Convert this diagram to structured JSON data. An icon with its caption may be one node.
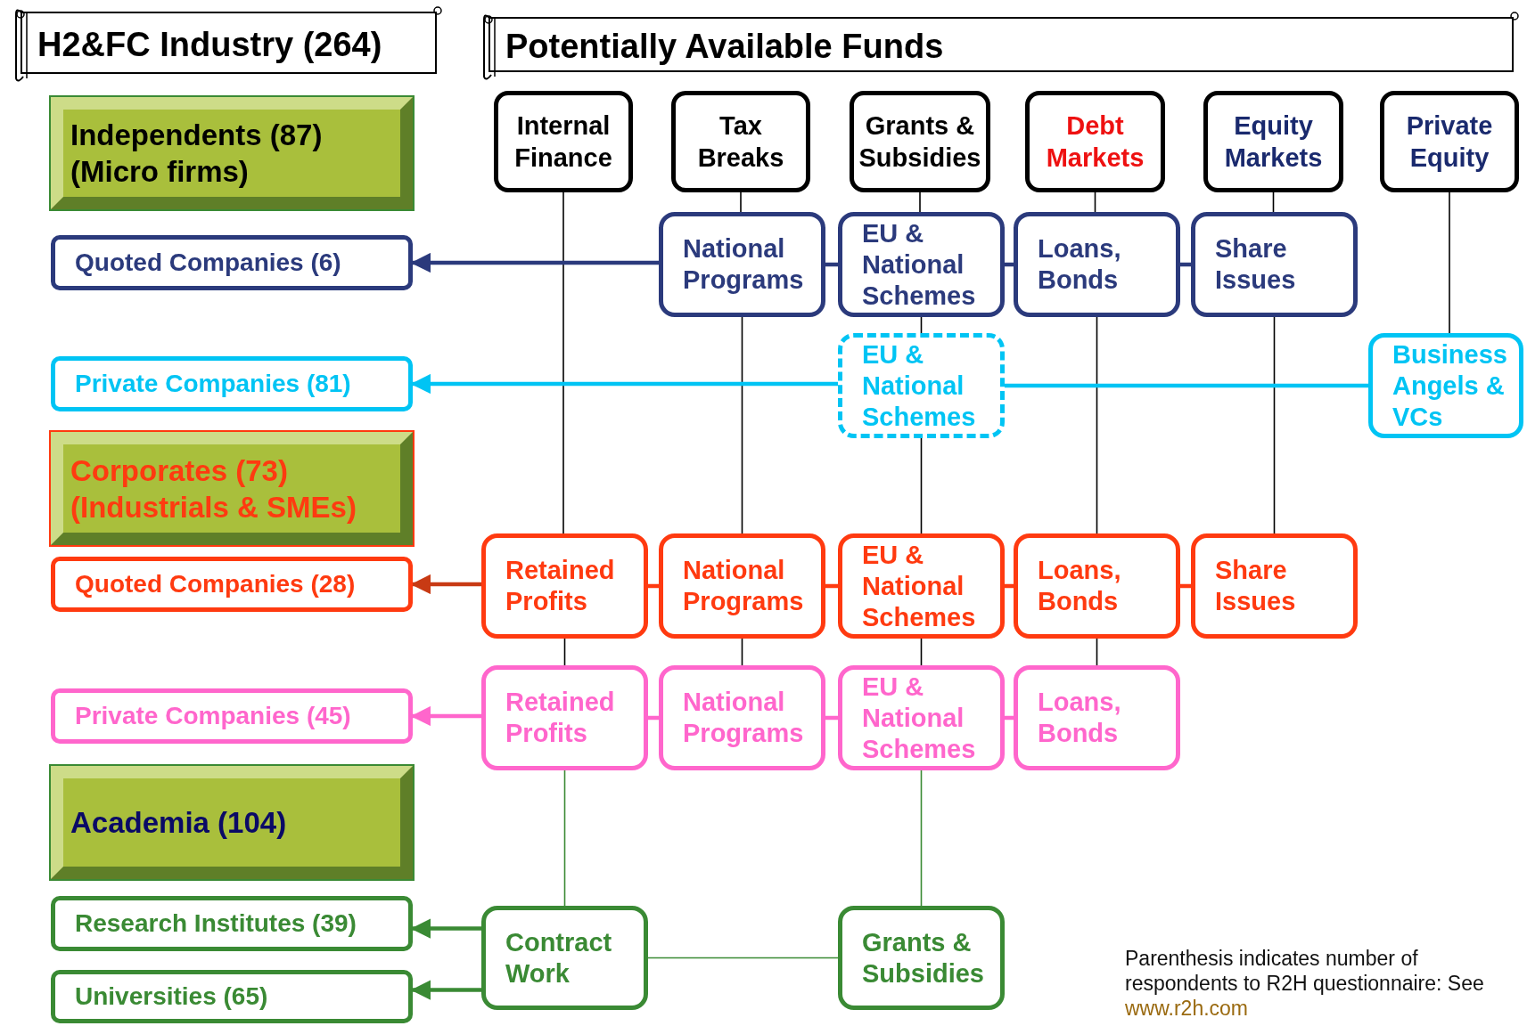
{
  "diagram": {
    "nodes": [
      {
        "text": [
          "H2&FC Industry (264)"
        ]
      },
      {
        "text": [
          "Potentially Available Funds"
        ]
      },
      {
        "text": [
          "Independents (87) (Micro firms)"
        ]
      },
      {
        "text": [
          "Quoted Companies (6)"
        ]
      },
      {
        "text": [
          "Private Companies (81)"
        ]
      },
      {
        "text": [
          "Corporates (73) (Industrials & SMEs)"
        ]
      },
      {
        "text": [
          "Quoted Companies (28)"
        ]
      },
      {
        "text": [
          "Private Companies (45)"
        ]
      },
      {
        "text": [
          "Academia (104)"
        ]
      },
      {
        "text": [
          "Research Institutes (39)"
        ]
      },
      {
        "text": [
          "Universities (65)"
        ]
      },
      {
        "text": [
          "Internal Finance"
        ]
      },
      {
        "text": [
          "Tax Breaks"
        ]
      },
      {
        "text": [
          "Grants & Subsidies"
        ]
      },
      {
        "text": [
          "Debt Markets"
        ]
      },
      {
        "text": [
          "Equity Markets"
        ]
      },
      {
        "text": [
          "Private Equity"
        ]
      },
      {
        "text": [
          "National Programs"
        ]
      },
      {
        "text": [
          "EU & National Schemes"
        ]
      },
      {
        "text": [
          "Loans, Bonds"
        ]
      },
      {
        "text": [
          "Share Issues"
        ]
      },
      {
        "text": [
          "EU & National Schemes"
        ]
      },
      {
        "text": [
          "Business Angels & VCs"
        ]
      },
      {
        "text": [
          "Retained Profits"
        ]
      },
      {
        "text": [
          "National Programs"
        ]
      },
      {
        "text": [
          "EU & National Schemes"
        ]
      },
      {
        "text": [
          "Loans, Bonds"
        ]
      },
      {
        "text": [
          "Share Issues"
        ]
      },
      {
        "text": [
          "Retained Profits"
        ]
      },
      {
        "text": [
          "National Programs"
        ]
      },
      {
        "text": [
          "EU & National Schemes"
        ]
      },
      {
        "text": [
          "Loans, Bonds"
        ]
      },
      {
        "text": [
          "Contract Work"
        ]
      },
      {
        "text": [
          "Grants & Subsidies"
        ]
      }
    ],
    "edges": [
      {
        "from": 11,
        "to": 23,
        "arrow": "none"
      },
      {
        "from": 23,
        "to": 28,
        "arrow": "none"
      },
      {
        "from": 28,
        "to": 32,
        "arrow": "none",
        "color": "#3a8a34"
      },
      {
        "from": 12,
        "to": 17,
        "arrow": "none"
      },
      {
        "from": 17,
        "to": 24,
        "arrow": "none"
      },
      {
        "from": 24,
        "to": 29,
        "arrow": "none"
      },
      {
        "from": 13,
        "to": 18,
        "arrow": "none"
      },
      {
        "from": 18,
        "to": 21,
        "arrow": "none"
      },
      {
        "from": 21,
        "to": 25,
        "arrow": "none"
      },
      {
        "from": 25,
        "to": 30,
        "arrow": "none"
      },
      {
        "from": 30,
        "to": 33,
        "arrow": "none",
        "color": "#3a8a34"
      },
      {
        "from": 14,
        "to": 19,
        "arrow": "none"
      },
      {
        "from": 19,
        "to": 26,
        "arrow": "none"
      },
      {
        "from": 26,
        "to": 31,
        "arrow": "none"
      },
      {
        "from": 15,
        "to": 20,
        "arrow": "none"
      },
      {
        "from": 20,
        "to": 27,
        "arrow": "none"
      },
      {
        "from": 16,
        "to": 22,
        "arrow": "none"
      },
      {
        "from": 17,
        "to": 3,
        "arrow": "to",
        "style": "thick",
        "color": "#2b3a7c"
      },
      {
        "from": 18,
        "to": 17,
        "arrow": "none",
        "style": "thick",
        "color": "#2b3a7c"
      },
      {
        "from": 19,
        "to": 18,
        "arrow": "none",
        "style": "thick",
        "color": "#2b3a7c"
      },
      {
        "from": 20,
        "to": 19,
        "arrow": "none",
        "style": "thick",
        "color": "#2b3a7c"
      },
      {
        "from": 22,
        "to": 21,
        "arrow": "none",
        "style": "thick",
        "color": "#00c4f4"
      },
      {
        "from": 21,
        "to": 4,
        "arrow": "to",
        "style": "thick",
        "color": "#00c4f4"
      },
      {
        "from": 23,
        "to": 6,
        "arrow": "to",
        "style": "thick",
        "color": "#c83a14"
      },
      {
        "from": 24,
        "to": 23,
        "arrow": "none",
        "style": "thick",
        "color": "#ff3a10"
      },
      {
        "from": 25,
        "to": 24,
        "arrow": "none",
        "style": "thick",
        "color": "#ff3a10"
      },
      {
        "from": 26,
        "to": 25,
        "arrow": "none",
        "style": "thick",
        "color": "#ff3a10"
      },
      {
        "from": 27,
        "to": 26,
        "arrow": "none",
        "style": "thick",
        "color": "#ff3a10"
      },
      {
        "from": 28,
        "to": 7,
        "arrow": "to",
        "style": "thick",
        "color": "#ff66cc"
      },
      {
        "from": 29,
        "to": 28,
        "arrow": "none",
        "style": "thick",
        "color": "#ff66cc"
      },
      {
        "from": 30,
        "to": 29,
        "arrow": "none",
        "style": "thick",
        "color": "#ff66cc"
      },
      {
        "from": 31,
        "to": 30,
        "arrow": "none",
        "style": "thick",
        "color": "#ff66cc"
      },
      {
        "from": 33,
        "to": 32,
        "arrow": "none",
        "color": "#3a8a34"
      },
      {
        "from": 32,
        "to": 9,
        "arrow": "to",
        "style": "thick",
        "color": "#3a8a34"
      },
      {
        "from": 32,
        "to": 10,
        "arrow": "to",
        "style": "thick",
        "color": "#3a8a34"
      }
    ],
    "labels": [
      "Parenthesis indicates number of respondents to R2H questionnaire: See",
      "www.r2h.com"
    ]
  }
}
